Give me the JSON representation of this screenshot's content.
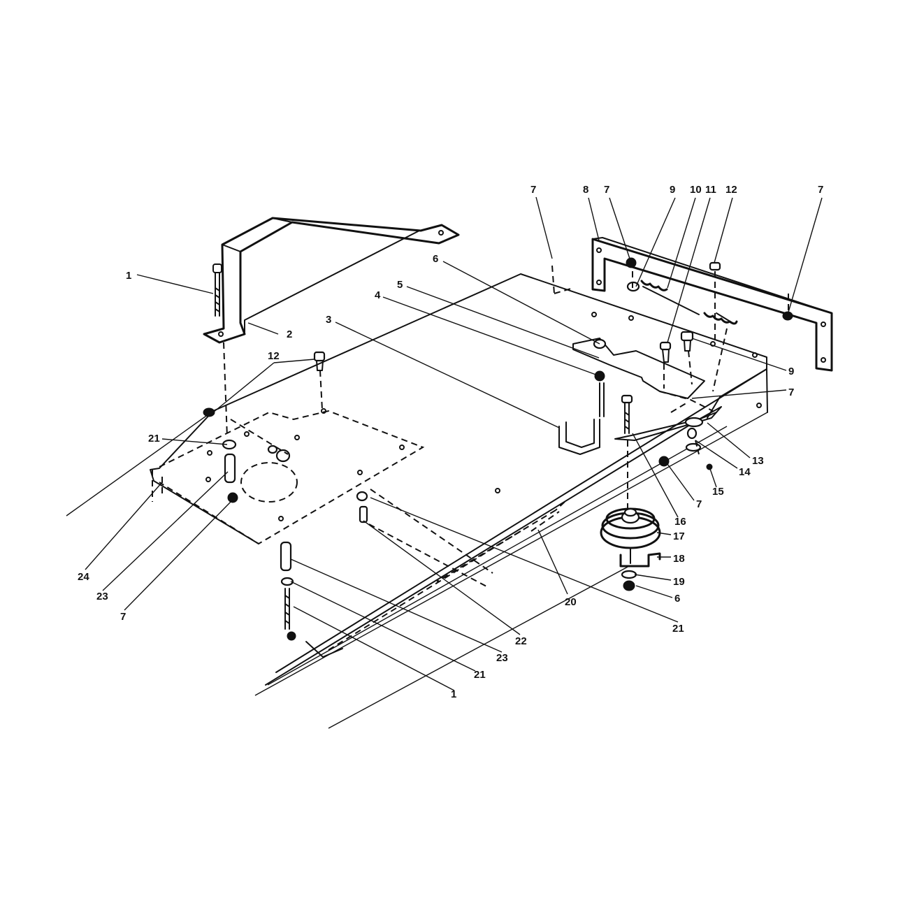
{
  "callouts": [
    {
      "id": "c-1a",
      "text": "1"
    },
    {
      "id": "c-2",
      "text": "2"
    },
    {
      "id": "c-3",
      "text": "3"
    },
    {
      "id": "c-4",
      "text": "4"
    },
    {
      "id": "c-5",
      "text": "5"
    },
    {
      "id": "c-6a",
      "text": "6"
    },
    {
      "id": "c-7a",
      "text": "7"
    },
    {
      "id": "c-8",
      "text": "8"
    },
    {
      "id": "c-7b",
      "text": "7"
    },
    {
      "id": "c-9a",
      "text": "9"
    },
    {
      "id": "c-10",
      "text": "10"
    },
    {
      "id": "c-11",
      "text": "11"
    },
    {
      "id": "c-12a",
      "text": "12"
    },
    {
      "id": "c-7c",
      "text": "7"
    },
    {
      "id": "c-12b",
      "text": "12"
    },
    {
      "id": "c-21a",
      "text": "21"
    },
    {
      "id": "c-9b",
      "text": "9"
    },
    {
      "id": "c-7d",
      "text": "7"
    },
    {
      "id": "c-13",
      "text": "13"
    },
    {
      "id": "c-14",
      "text": "14"
    },
    {
      "id": "c-15",
      "text": "15"
    },
    {
      "id": "c-7e",
      "text": "7"
    },
    {
      "id": "c-16",
      "text": "16"
    },
    {
      "id": "c-17",
      "text": "17"
    },
    {
      "id": "c-18",
      "text": "18"
    },
    {
      "id": "c-19",
      "text": "19"
    },
    {
      "id": "c-6b",
      "text": "6"
    },
    {
      "id": "c-20",
      "text": "20"
    },
    {
      "id": "c-21b",
      "text": "21"
    },
    {
      "id": "c-22",
      "text": "22"
    },
    {
      "id": "c-23a",
      "text": "23"
    },
    {
      "id": "c-21c",
      "text": "21"
    },
    {
      "id": "c-1b",
      "text": "1"
    },
    {
      "id": "c-24",
      "text": "24"
    },
    {
      "id": "c-23b",
      "text": "23"
    },
    {
      "id": "c-7f",
      "text": "7"
    }
  ]
}
